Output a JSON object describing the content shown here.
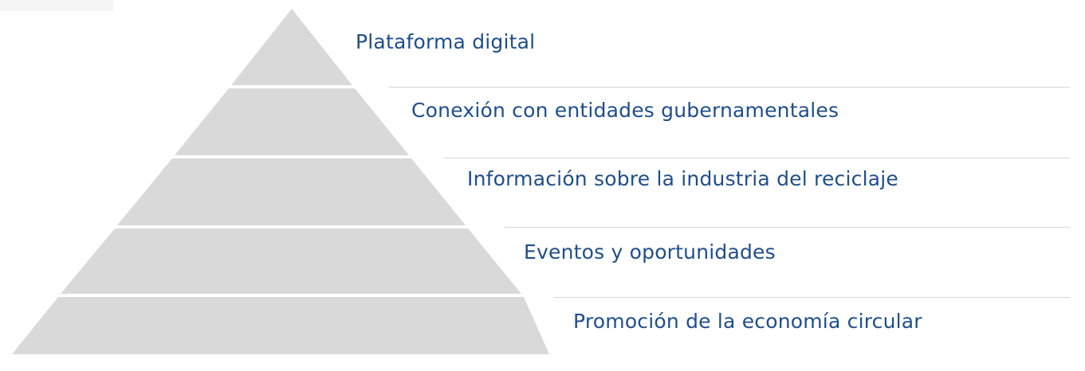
{
  "diagram": {
    "type": "pyramid",
    "fill_color": "#d9d9d9",
    "separator_color": "#f2f2f2",
    "text_color": "#1f4e8c",
    "rule_color": "#d6d6d6",
    "levels": [
      {
        "label": "Plataforma digital"
      },
      {
        "label": "Conexión con entidades gubernamentales"
      },
      {
        "label": "Información sobre la industria del reciclaje"
      },
      {
        "label": "Eventos y oportunidades"
      },
      {
        "label": "Promoción de la economía circular"
      }
    ]
  }
}
